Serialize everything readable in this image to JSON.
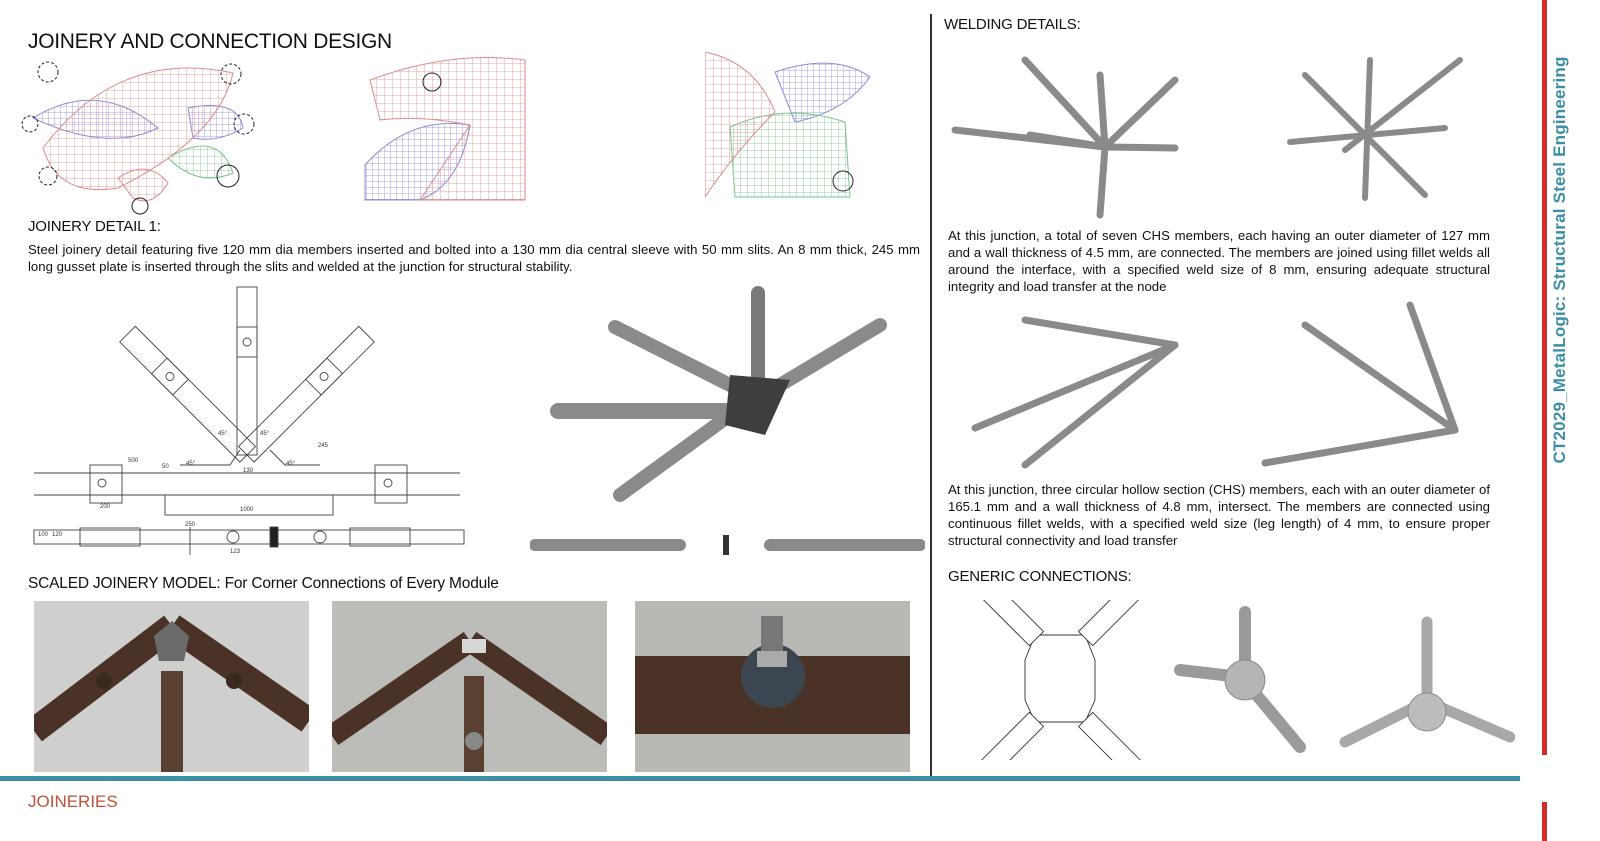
{
  "page": {
    "title": "JOINERY AND CONNECTION DESIGN",
    "side_title": "CT2029_MetalLogic: Structural Steel Engineering",
    "footer_label": "JOINERIES"
  },
  "joinery_detail": {
    "heading": "JOINERY DETAIL 1:",
    "description": "Steel joinery detail featuring five 120 mm dia members inserted and bolted into a 130 mm dia central sleeve with 50 mm slits. An 8 mm thick, 245 mm long gusset plate is inserted through the slits and welded at the junction for structural stability.",
    "dims": {
      "d500": "500",
      "d50": "50",
      "d130": "130",
      "d200": "200",
      "d1000": "1000",
      "a45a": "45°",
      "a45b": "45°",
      "a45c": "45°",
      "a45d": "45°",
      "d245": "245",
      "d250": "250",
      "d123": "123",
      "d100": "100",
      "d120": "120"
    }
  },
  "scaled_model": {
    "heading": "SCALED JOINERY MODEL: For Corner Connections of Every Module"
  },
  "welding": {
    "heading": "WELDING DETAILS:",
    "para1": "At this junction, a total of seven CHS members, each having an outer diameter of 127 mm and a wall thickness of 4.5 mm, are connected. The members are joined using fillet welds all around the interface, with a specified weld size of 8 mm, ensuring adequate structural integrity and load transfer at the node",
    "para2": "At this junction, three circular hollow section (CHS) members, each with an outer diameter of 165.1 mm and a wall thickness of 4.8 mm, intersect. The members are connected using continuous fillet welds, with a specified weld size (leg length) of 4 mm, to ensure proper structural connectivity and load transfer"
  },
  "generic": {
    "heading": "GENERIC CONNECTIONS:"
  },
  "colors": {
    "accent_blue": "#3c8ea7",
    "accent_red": "#d42b2b",
    "footer_red": "#c0503a",
    "grid_red": "#e08a8a",
    "grid_blue": "#8a8ad8",
    "grid_green": "#7cc08a",
    "steel": "#8a8a8a"
  }
}
